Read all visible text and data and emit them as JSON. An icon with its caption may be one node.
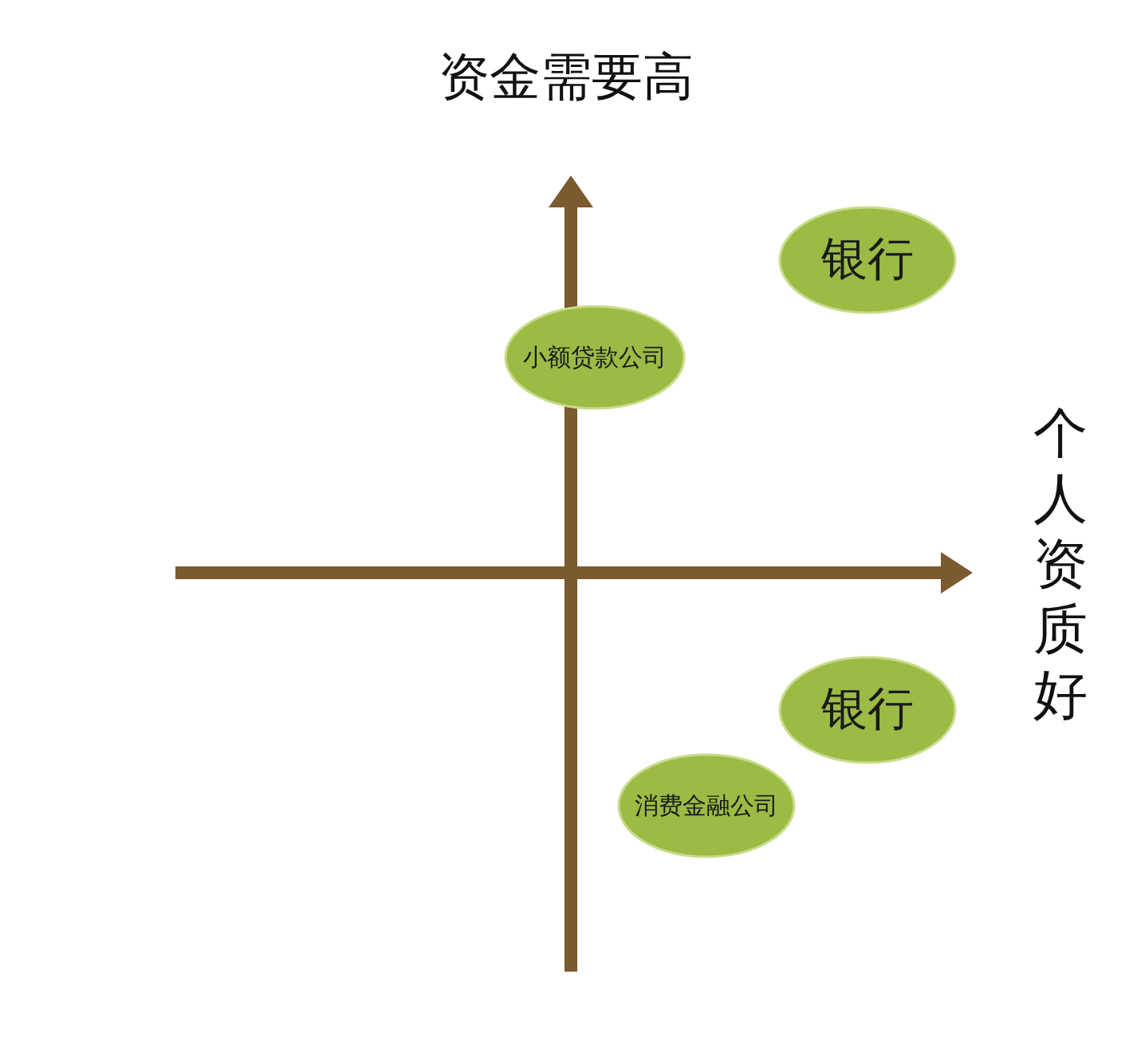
{
  "diagram": {
    "nodes": [
      {
        "text": [
          "银行"
        ]
      },
      {
        "text": [
          "小额贷款公司"
        ]
      },
      {
        "text": [
          "银行"
        ]
      },
      {
        "text": [
          "消费金融公司"
        ]
      }
    ],
    "labels": [
      "资金需要高",
      "个人资质好"
    ]
  }
}
